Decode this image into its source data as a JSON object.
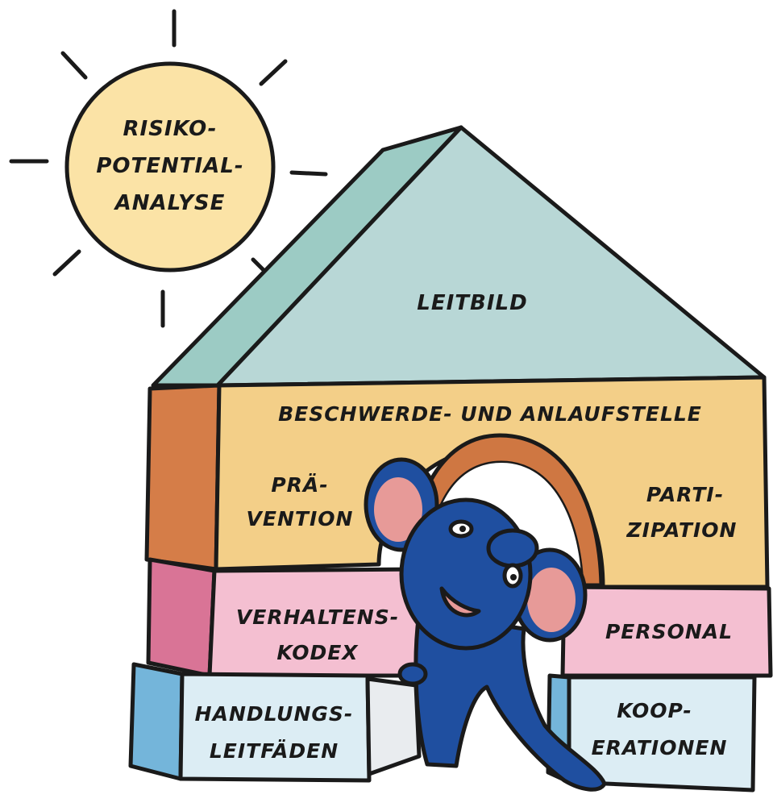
{
  "sun": {
    "lines": [
      "RISIKO-",
      "POTENTIAL-",
      "ANALYSE"
    ]
  },
  "roof": {
    "label": "LEITBILD"
  },
  "wall": {
    "top_label": "BESCHWERDE- UND ANLAUFSTELLE",
    "left_lines": [
      "PRÄ-",
      "VENTION"
    ],
    "right_lines": [
      "PARTI-",
      "ZIPATION"
    ]
  },
  "blocks": {
    "verhaltenskodex": [
      "VERHALTENS-",
      "KODEX"
    ],
    "personal": [
      "PERSONAL"
    ],
    "handlungsleitfaeden": [
      "HANDLUNGS-",
      "LEITFÄDEN"
    ],
    "kooperationen": [
      "KOOP-",
      "ERATIONEN"
    ]
  },
  "colors": {
    "sun_fill": "#fbe3a6",
    "roof_front": "#b8d7d6",
    "roof_side": "#9ccbc4",
    "wall_front": "#f3cf88",
    "wall_side": "#d57d48",
    "pink_front": "#f4bfd1",
    "pink_side": "#d97496",
    "blue_front": "#dcedf4",
    "blue_side": "#74b5da",
    "arch": "#cf7742",
    "mouse": "#1f4fa0",
    "ear": "#e79a98",
    "outline": "#1a1a1a"
  },
  "icons": {
    "sun": "sun-icon",
    "mouse": "mouse-mascot-icon"
  }
}
